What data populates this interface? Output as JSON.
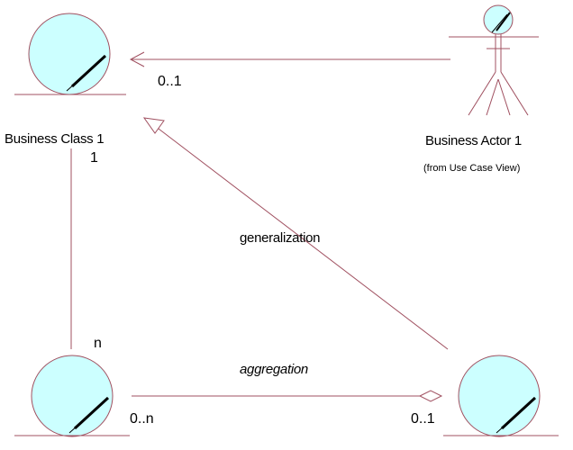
{
  "diagram": {
    "colors": {
      "line": "#a05060",
      "entity_fill": "#ccffff",
      "text": "#000000",
      "background": "#ffffff"
    },
    "nodes": {
      "business_class_1": {
        "name": "Business Class 1",
        "icon": "business-entity-icon"
      },
      "business_actor_1": {
        "name": "Business Actor 1",
        "note": "(from Use Case View)",
        "icon": "business-actor-icon"
      },
      "entity_bottom_left": {
        "name": "",
        "icon": "business-entity-icon"
      },
      "entity_bottom_right": {
        "name": "",
        "icon": "business-entity-icon"
      }
    },
    "edges": {
      "actor_to_class": {
        "multiplicity_target": "0..1"
      },
      "class_to_bottom_left": {
        "multiplicity_source": "1",
        "multiplicity_target": "n"
      },
      "generalization": {
        "label": "generalization"
      },
      "aggregation": {
        "label": "aggregation",
        "multiplicity_part": "0..n",
        "multiplicity_whole": "0..1"
      }
    }
  }
}
